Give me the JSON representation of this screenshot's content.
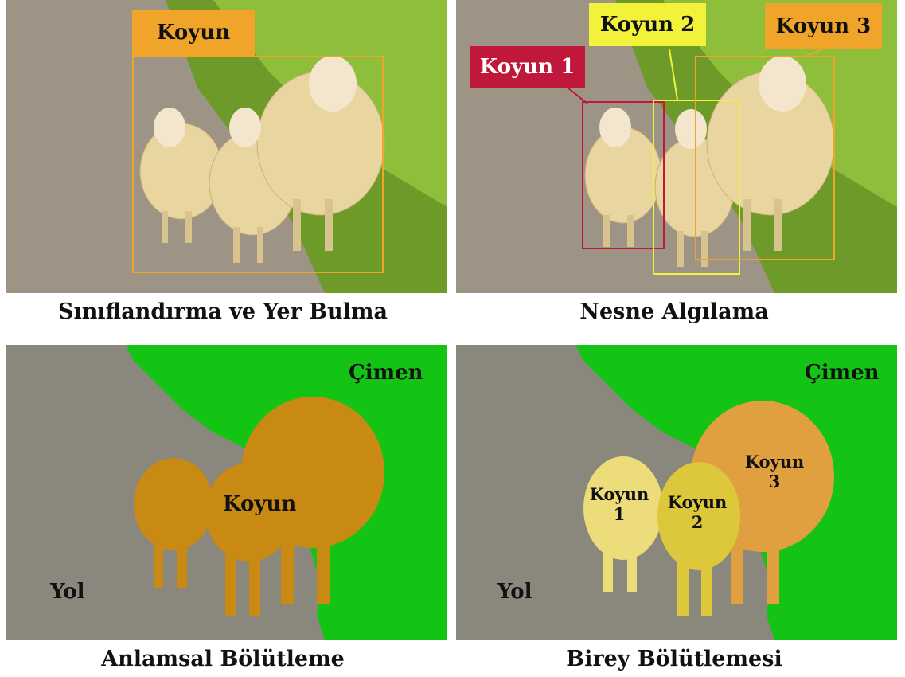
{
  "panels": {
    "classification": {
      "caption": "Sınıflandırma ve Yer Bulma",
      "box_label": "Koyun",
      "box_color": "#f0a52a"
    },
    "detection": {
      "caption": "Nesne Algılama",
      "boxes": [
        {
          "label": "Koyun 1",
          "color": "#c0183a",
          "text_color": "#ffffff"
        },
        {
          "label": "Koyun 2",
          "color": "#f2f23a",
          "text_color": "#111111"
        },
        {
          "label": "Koyun 3",
          "color": "#f0a52a",
          "text_color": "#111111"
        }
      ]
    },
    "semantic": {
      "caption": "Anlamsal Bölütleme",
      "labels": {
        "grass": "Çimen",
        "sheep": "Koyun",
        "road": "Yol"
      }
    },
    "instance": {
      "caption": "Birey Bölütlemesi",
      "labels": {
        "grass": "Çimen",
        "road": "Yol",
        "sheep1_word": "Koyun",
        "sheep1_num": "1",
        "sheep2_word": "Koyun",
        "sheep2_num": "2",
        "sheep3_word": "Koyun",
        "sheep3_num": "3"
      }
    }
  },
  "colors": {
    "road_gray": "#8a877c",
    "grass_green": "#14c414",
    "sheep_semantic": "#c98a14",
    "sheep1_instance": "#ecdc7a",
    "sheep2_instance": "#dcc83a",
    "sheep3_instance": "#e0a040"
  }
}
